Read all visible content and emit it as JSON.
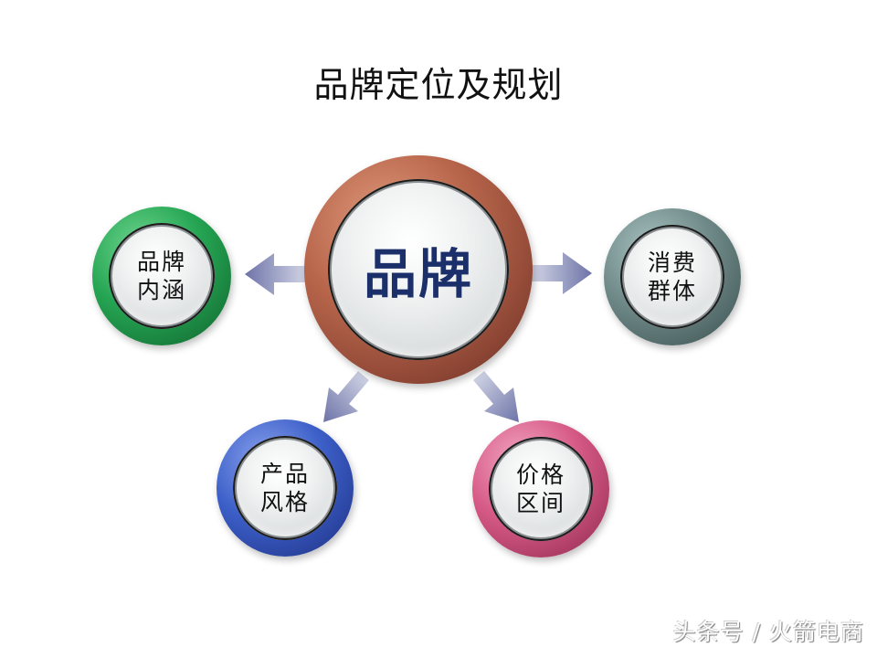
{
  "title": "品牌定位及规划",
  "center": {
    "label": "品牌",
    "ring_color": "#a0553e",
    "text_color": "#1b2f6b"
  },
  "nodes": [
    {
      "id": "brand-connotation",
      "line1": "品牌",
      "line2": "内涵",
      "ring_color": "#1f9a4c"
    },
    {
      "id": "consumer-group",
      "line1": "消费",
      "line2": "群体",
      "ring_color": "#5b7675"
    },
    {
      "id": "product-style",
      "line1": "产品",
      "line2": "风格",
      "ring_color": "#2e4fb0"
    },
    {
      "id": "price-range",
      "line1": "价格",
      "line2": "区间",
      "ring_color": "#c94a78"
    }
  ],
  "arrow_color": "#8288b8",
  "watermark": "头条号 / 火箭电商"
}
